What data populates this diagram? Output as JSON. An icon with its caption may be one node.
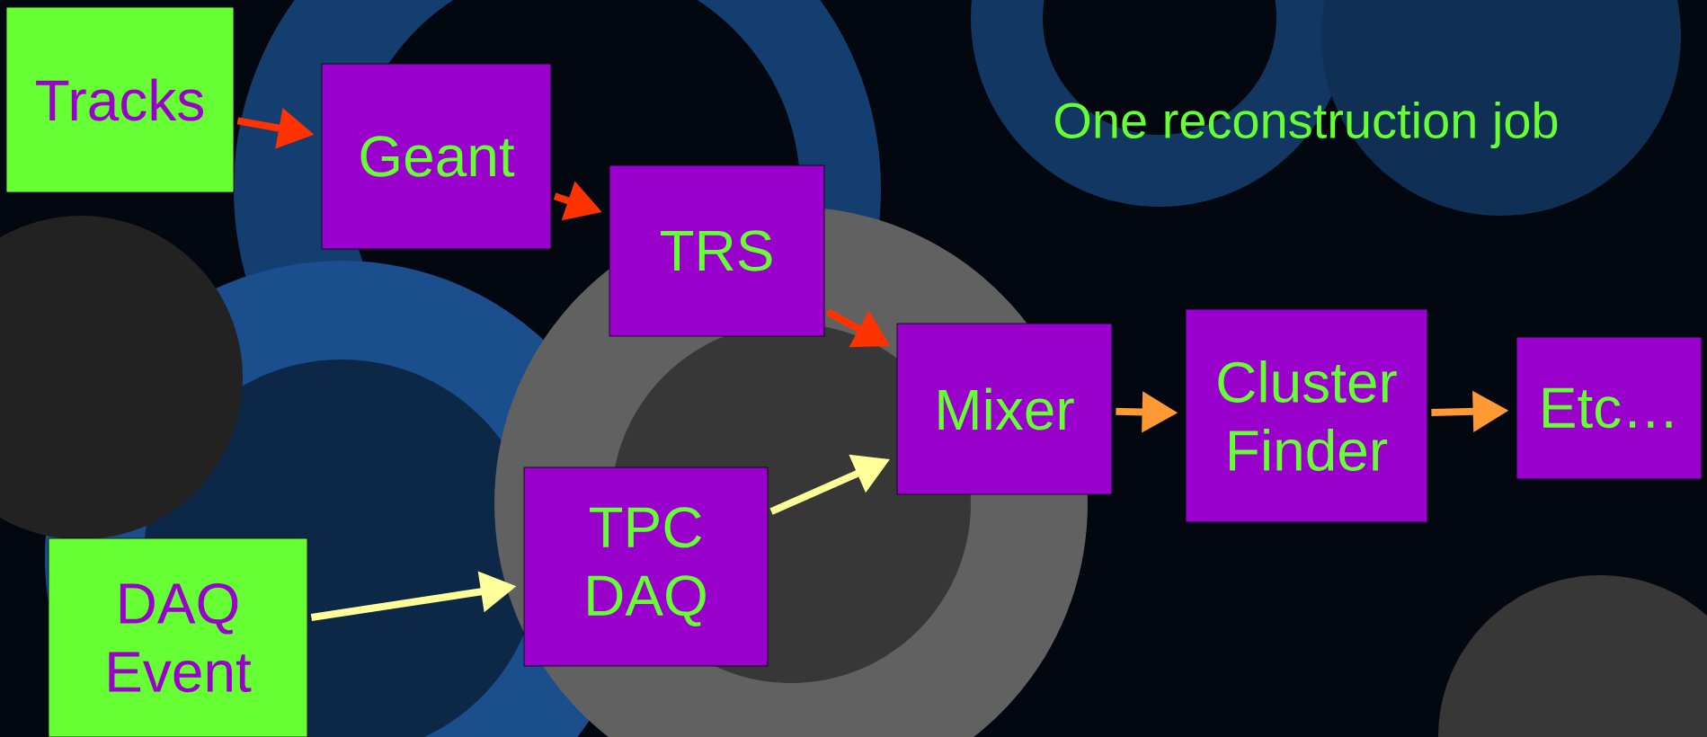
{
  "diagram": {
    "title": "One reconstruction job",
    "nodes": [
      {
        "text": [
          "Tracks"
        ]
      },
      {
        "text": [
          "Geant"
        ]
      },
      {
        "text": [
          "TRS"
        ]
      },
      {
        "text": [
          "Mixer"
        ]
      },
      {
        "text": [
          "Cluster Finder"
        ]
      },
      {
        "text": [
          "Etc…"
        ]
      },
      {
        "text": [
          "TPC DAQ"
        ]
      },
      {
        "text": [
          "DAQ Event"
        ]
      }
    ],
    "edges": [
      {
        "from": 0,
        "to": 1,
        "arrow": "to",
        "color": "#ff3300"
      },
      {
        "from": 1,
        "to": 2,
        "arrow": "to",
        "color": "#ff3300"
      },
      {
        "from": 2,
        "to": 3,
        "arrow": "to",
        "color": "#ff3300"
      },
      {
        "from": 7,
        "to": 6,
        "arrow": "to",
        "color": "#ffff99"
      },
      {
        "from": 6,
        "to": 3,
        "arrow": "to",
        "color": "#ffff99"
      },
      {
        "from": 3,
        "to": 4,
        "arrow": "to",
        "color": "#ff9933"
      },
      {
        "from": 4,
        "to": 5,
        "arrow": "to",
        "color": "#ff9933"
      }
    ]
  }
}
